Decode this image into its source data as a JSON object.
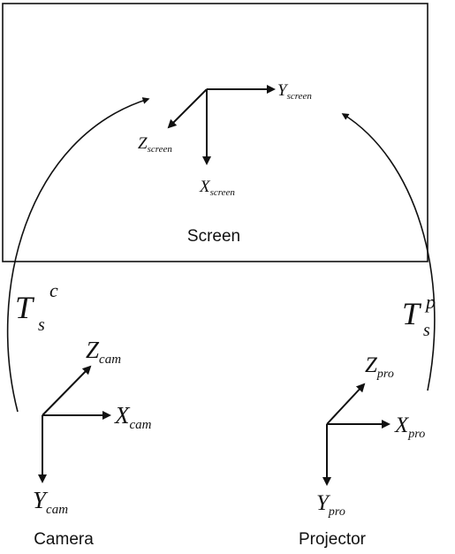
{
  "screen": {
    "caption": "Screen",
    "axes": {
      "y": {
        "base": "Y",
        "sub": "screen"
      },
      "z": {
        "base": "Z",
        "sub": "screen"
      },
      "x": {
        "base": "X",
        "sub": "screen"
      }
    }
  },
  "camera": {
    "caption": "Camera",
    "axes": {
      "z": {
        "base": "Z",
        "sub": "cam"
      },
      "x": {
        "base": "X",
        "sub": "cam"
      },
      "y": {
        "base": "Y",
        "sub": "cam"
      }
    }
  },
  "projector": {
    "caption": "Projector",
    "axes": {
      "z": {
        "base": "Z",
        "sub": "pro"
      },
      "x": {
        "base": "X",
        "sub": "pro"
      },
      "y": {
        "base": "Y",
        "sub": "pro"
      }
    }
  },
  "transforms": {
    "camera_to_screen": {
      "base": "T",
      "sub": "s",
      "sup": "c"
    },
    "projector_to_screen": {
      "base": "T",
      "sub": "s",
      "sup": "p"
    }
  }
}
